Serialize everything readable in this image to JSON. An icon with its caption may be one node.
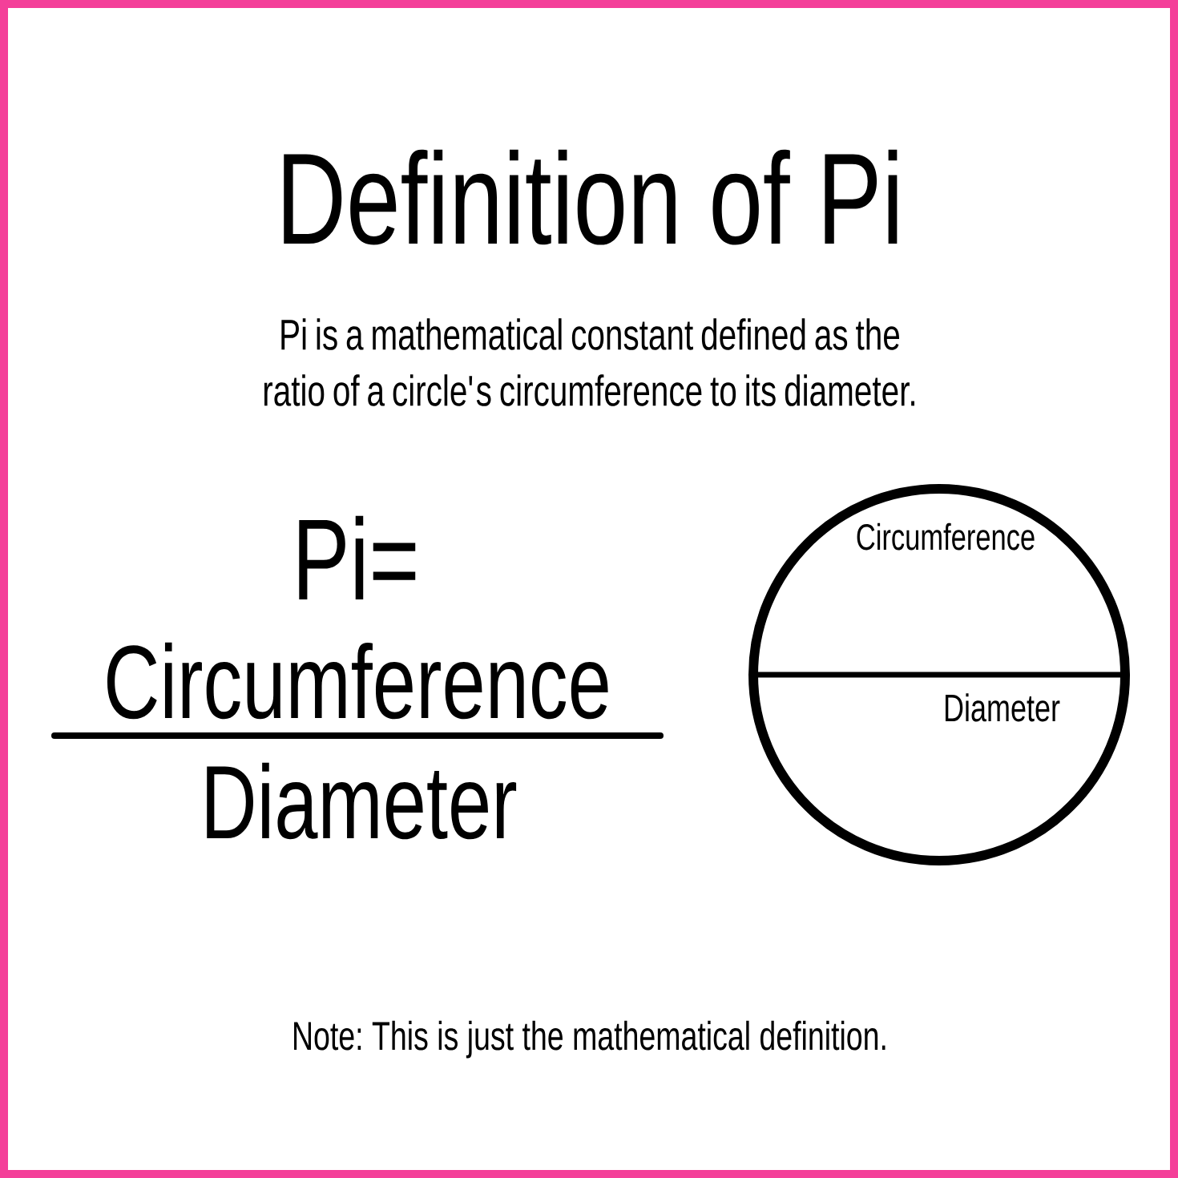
{
  "diagram": {
    "title": "Definition of Pi",
    "nodes": [
      {
        "text": [
          "Circumference",
          "Diameter"
        ]
      }
    ],
    "labels": [
      "Pi is a mathematical constant defined as the ratio of a circle's circumference to its diameter.",
      "Pi=",
      "Circumference",
      "Diameter",
      "Note: This is just the mathematical definition."
    ]
  }
}
